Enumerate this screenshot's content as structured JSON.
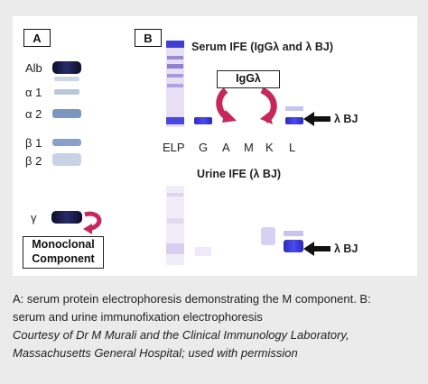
{
  "panelA": {
    "label": "A",
    "bands": {
      "alb": "Alb",
      "a1": "α 1",
      "a2": "α 2",
      "b1": "β 1",
      "b2": "β 2",
      "gamma": "γ"
    },
    "mono_line1": "Monoclonal",
    "mono_line2": "Component"
  },
  "panelB": {
    "label": "B",
    "serum_title": "Serum IFE (IgGλ and λ BJ)",
    "igg_label": "IgGλ",
    "lambda_bj_top": "λ BJ",
    "lanes": [
      "ELP",
      "G",
      "A",
      "M",
      "K",
      "L"
    ],
    "urine_title": "Urine IFE (λ BJ)",
    "lambda_bj_bottom": "λ BJ"
  },
  "caption": {
    "line1": "A: serum protein electrophoresis demonstrating the M component. B:",
    "line2": "serum and urine immunofixation electrophoresis",
    "line3": "Courtesy of Dr M Murali and the Clinical Immunology Laboratory,",
    "line4": "Massachusetts General Hospital; used with permission"
  },
  "colors": {
    "band_dark": "#12123a",
    "band_blue": "#3a3ad8",
    "arrow_magenta": "#c8275a",
    "background": "#ebebeb"
  }
}
